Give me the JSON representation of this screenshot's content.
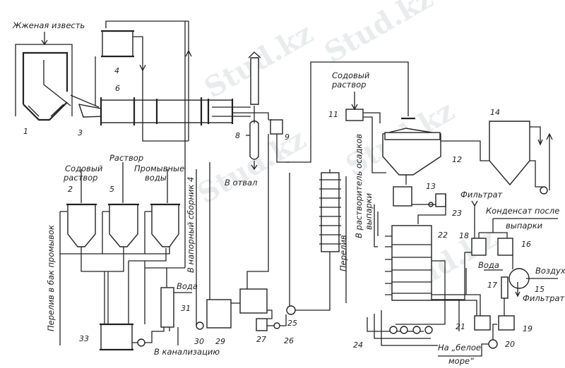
{
  "labels": {
    "burnt_lime": "Жженая известь",
    "soda_solution_left": "Содовый",
    "soda_solution_left_2": "раствор",
    "solution": "Раствор",
    "wash_water": "Промывные",
    "wash_water_2": "воды",
    "to_dump": "В отвал",
    "soda_solution_right": "Содовый",
    "soda_solution_right_2": "раствор",
    "to_sediment_dissolver": "В растворитель осадков",
    "evaporation": "выпарки",
    "overflow_to_wash_tank": "Перелив в бак промывок",
    "to_pressure_collector": "В напорный сборник 4",
    "water_left": "Вода",
    "to_sewer": "В канализацию",
    "overflow": "Перелив",
    "filtrate_top": "Фильтрат",
    "condensate": "Конденсат после",
    "condensate_2": "выпарки",
    "water_right": "Вода",
    "air": "Воздух",
    "filtrate_bottom": "Фильтрат",
    "white_sea": "На „белое",
    "white_sea_2": "море“"
  },
  "numbers": {
    "n1": "1",
    "n2": "2",
    "n3": "3",
    "n4": "4",
    "n5": "5",
    "n6": "6",
    "n8": "8",
    "n9": "9",
    "n11": "11",
    "n12": "12",
    "n13": "13",
    "n14": "14",
    "n15": "15",
    "n16": "16",
    "n17": "17",
    "n18": "18",
    "n19": "19",
    "n20": "20",
    "n21": "21",
    "n22": "22",
    "n23": "23",
    "n24": "24",
    "n25": "25",
    "n26": "26",
    "n27": "27",
    "n29": "29",
    "n30": "30",
    "n31": "31",
    "n33": "33"
  },
  "watermark": "Stud.kz"
}
